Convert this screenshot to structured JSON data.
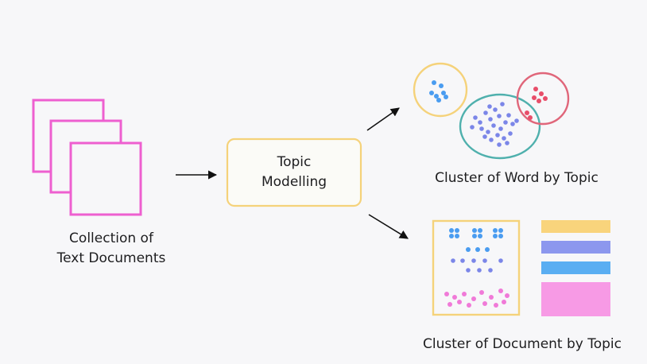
{
  "colors": {
    "docs_stroke": "#ee5fd0",
    "topic_box_stroke": "#f5d27a",
    "topic_box_fill": "#fbfbf7",
    "arrow": "#111111",
    "circle_yellow": "#f5d27a",
    "circle_teal": "#4fb0ad",
    "circle_red": "#e0667a",
    "dot_blue": "#4a9cf0",
    "dot_indigo": "#7b86e8",
    "dot_red": "#e84e6a",
    "dot_pink": "#f07ad8",
    "bar_yellow": "#f9d47c",
    "bar_indigo": "#8c97ee",
    "bar_blue": "#5aaef2",
    "bar_pink": "#f79ae5"
  },
  "documents": {
    "label_line1": "Collection of",
    "label_line2": "Text Documents",
    "icon": "stacked-documents-icon"
  },
  "topic_modelling": {
    "label_line1": "Topic",
    "label_line2": "Modelling"
  },
  "word_cluster": {
    "label": "Cluster of Word by Topic"
  },
  "document_cluster": {
    "label": "Cluster of Document by Topic"
  }
}
